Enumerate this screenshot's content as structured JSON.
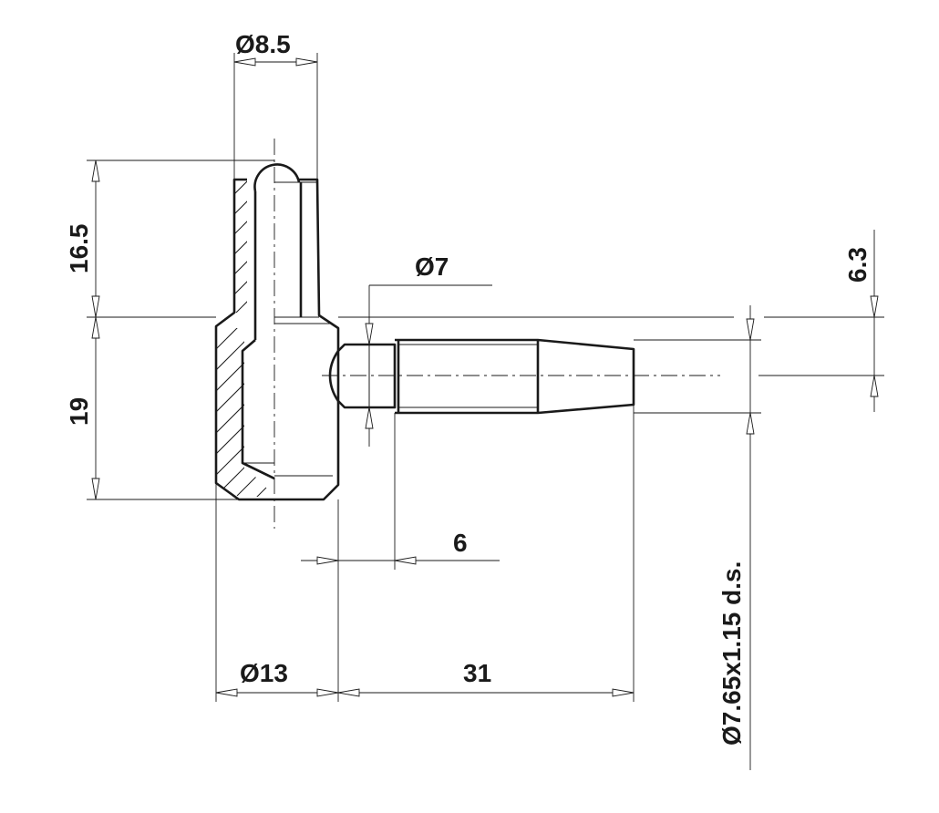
{
  "dimensions": {
    "dia_pin_top": "Ø8.5",
    "dia_pin": "Ø7",
    "height_upper": "16.5",
    "height_lower": "19",
    "offset_right": "6.3",
    "length_collar": "6",
    "dia_body": "Ø13",
    "length_pin": "31",
    "thread_spec": "Ø7.65x1.15 d.s."
  },
  "colors": {
    "line": "#1a1a1a",
    "background": "#ffffff"
  }
}
